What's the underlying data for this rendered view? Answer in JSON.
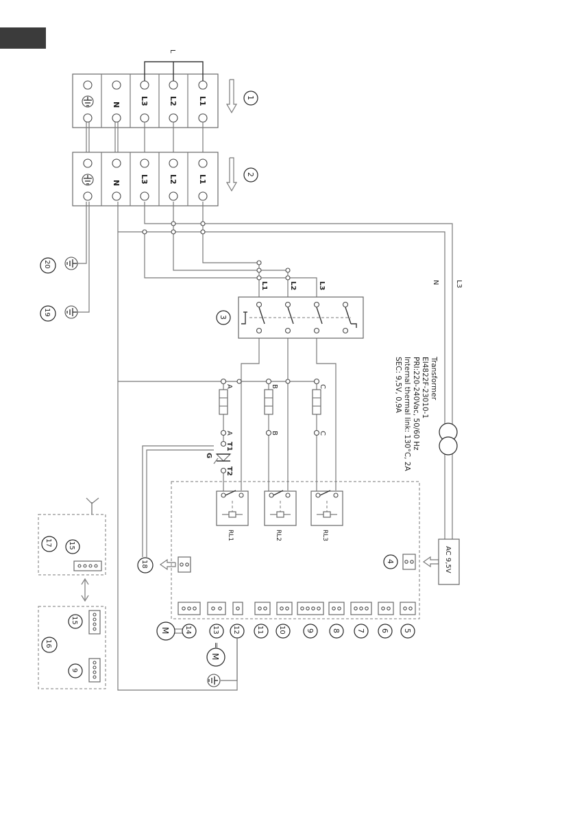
{
  "phase_group_label": "L",
  "terminal_labels": [
    "L1",
    "L2",
    "L3",
    "N"
  ],
  "wire_labels": {
    "n": "N",
    "l3": "L3"
  },
  "contactor_labels": [
    "L1",
    "L2",
    "L3"
  ],
  "heater_labels": {
    "top": [
      "A",
      "B",
      "C"
    ],
    "bottom": [
      "A",
      "B",
      "C"
    ]
  },
  "triac_labels": {
    "t1": "T1",
    "t2": "T2",
    "g": "G"
  },
  "relay_labels": [
    "RL1",
    "RL2",
    "RL3"
  ],
  "transformer_lines": [
    "Transformer",
    "EI4822F-23010-1",
    "PRI:220-240Vac, 50/60 Hz",
    "Internal thermal link: 130°C, 2A",
    "SEC: 9,5V, 0,9A"
  ],
  "ac_label": "AC 9,5V",
  "motor_label": "M",
  "equals_sign": "=",
  "antenna_icon": "antenna-icon",
  "ground_icon": "ground-icon",
  "callouts": {
    "c1": "1",
    "c2": "2",
    "c3": "3",
    "c4": "4",
    "c5": "5",
    "c6": "6",
    "c7": "7",
    "c8": "8",
    "c9": "9",
    "c10": "10",
    "c11": "11",
    "c12": "12",
    "c13": "13",
    "c14": "14",
    "c15a": "15",
    "c15b": "15",
    "c9b": "9",
    "c16": "16",
    "c17": "17",
    "c18": "18",
    "c19": "19",
    "c20": "20"
  }
}
